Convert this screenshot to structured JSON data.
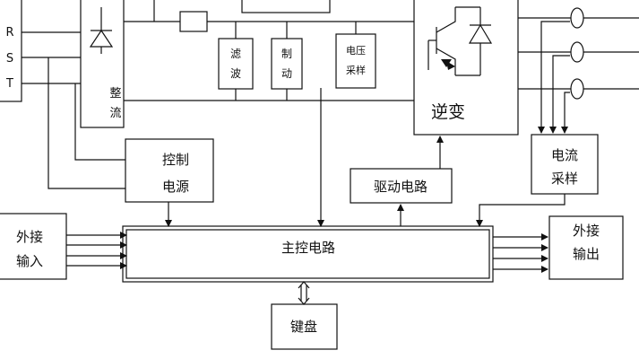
{
  "diagram": {
    "power_inputs": [
      "R",
      "S",
      "T"
    ],
    "rectifier": {
      "label_top": "整",
      "label_bottom": "流"
    },
    "filter": {
      "line1": "滤",
      "line2": "波"
    },
    "brake": {
      "line1": "制",
      "line2": "动"
    },
    "voltage_sampling": {
      "line1": "电压",
      "line2": "采样"
    },
    "inverter": {
      "label": "逆变"
    },
    "current_sampling": {
      "line1": "电流",
      "line2": "采样"
    },
    "control_power": {
      "line1": "控制",
      "line2": "电源"
    },
    "drive_circuit": {
      "label": "驱动电路"
    },
    "main_control": {
      "label": "主控电路"
    },
    "external_input": {
      "line1": "外接",
      "line2": "输入"
    },
    "external_output": {
      "line1": "外接",
      "line2": "输出"
    },
    "keyboard": {
      "label": "键盘"
    }
  }
}
